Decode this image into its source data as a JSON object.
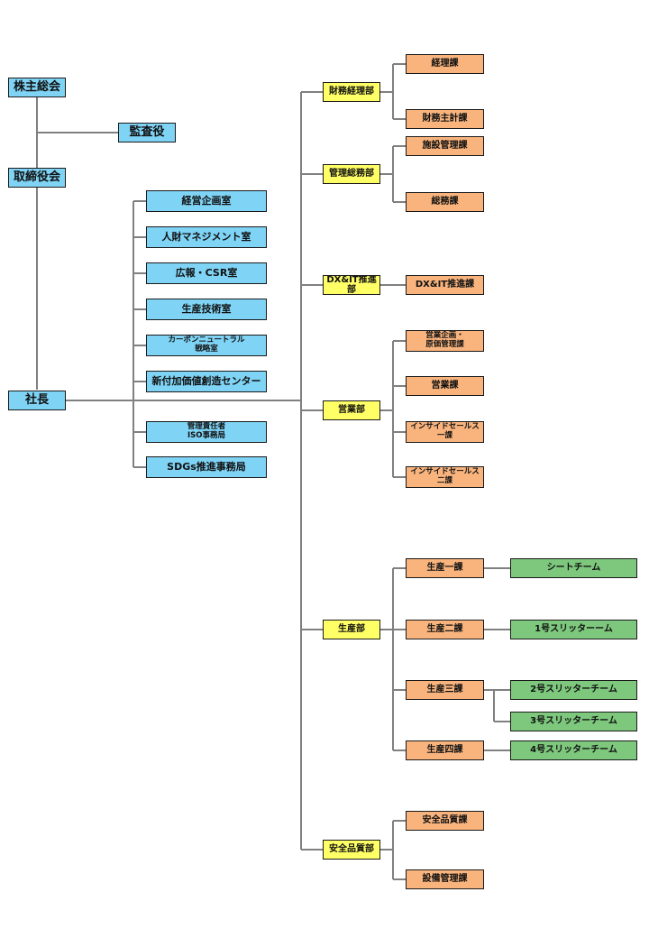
{
  "top": {
    "shareholders": "株主総会",
    "auditor": "監査役",
    "board": "取締役会",
    "president": "社長"
  },
  "staff": [
    "経営企画室",
    "人財マネジメント室",
    "広報・CSR室",
    "生産技術室",
    "カーボンニュートラル\n戦略室",
    "新付加価値創造センター",
    "管理責任者\nISO事務局",
    "SDGs推進事務局"
  ],
  "departments": {
    "finance": {
      "name": "財務経理部",
      "sections": [
        "経理課",
        "財務主計課"
      ]
    },
    "general": {
      "name": "管理総務部",
      "sections": [
        "施設管理課",
        "総務課"
      ]
    },
    "dx": {
      "name": "DX&IT推進部",
      "sections": [
        "DX&IT推進課"
      ]
    },
    "sales": {
      "name": "営業部",
      "sections": [
        "営業企画・\n原価管理課",
        "営業課",
        "インサイドセールス\n一課",
        "インサイドセールス\n二課"
      ]
    },
    "production": {
      "name": "生産部",
      "sections": [
        "生産一課",
        "生産二課",
        "生産三課",
        "生産四課"
      ],
      "teams": [
        "シートチーム",
        "1号スリッターーム",
        "2号スリッターチーム",
        "3号スリッターチーム",
        "4号スリッターチーム"
      ]
    },
    "quality": {
      "name": "安全品質部",
      "sections": [
        "安全品質課",
        "設備管理課"
      ]
    }
  },
  "colors": {
    "blue": "#7fd3f5",
    "yellow": "#ffff66",
    "orange": "#f9b47e",
    "green": "#7ec87e",
    "line": "#808080"
  }
}
